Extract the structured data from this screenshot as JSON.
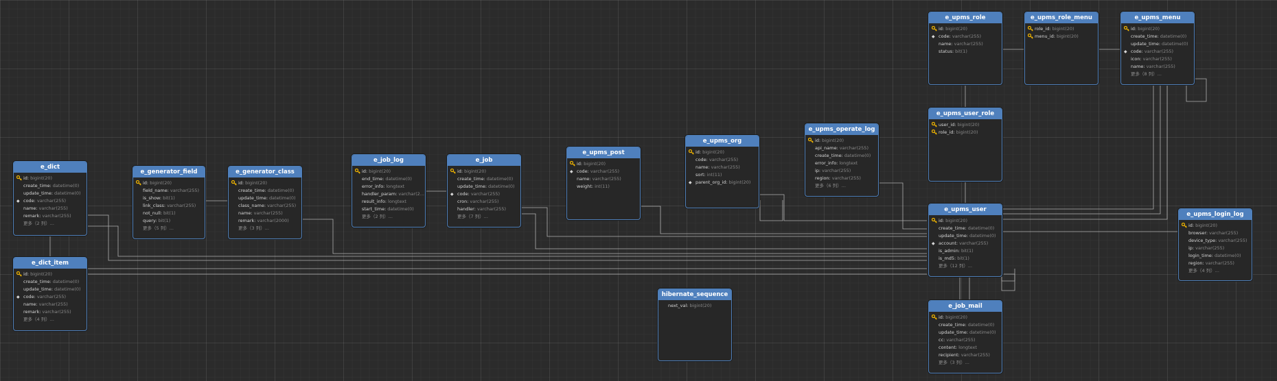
{
  "tables": [
    {
      "name": "e_dict",
      "fields": [
        {
          "key": "pk",
          "col": "id",
          "type": "bigint(20)"
        },
        {
          "key": "",
          "col": "create_time",
          "type": "datetime(0)"
        },
        {
          "key": "",
          "col": "update_time",
          "type": "datetime(0)"
        },
        {
          "key": "uk",
          "col": "code",
          "type": "varchar(255)"
        },
        {
          "key": "",
          "col": "name",
          "type": "varchar(255)"
        },
        {
          "key": "",
          "col": "remark",
          "type": "varchar(255)"
        }
      ],
      "more": "更多（2 列）..."
    },
    {
      "name": "e_dict_item",
      "fields": [
        {
          "key": "pk",
          "col": "id",
          "type": "bigint(20)"
        },
        {
          "key": "",
          "col": "create_time",
          "type": "datetime(0)"
        },
        {
          "key": "",
          "col": "update_time",
          "type": "datetime(0)"
        },
        {
          "key": "uk",
          "col": "code",
          "type": "varchar(255)"
        },
        {
          "key": "",
          "col": "name",
          "type": "varchar(255)"
        },
        {
          "key": "",
          "col": "remark",
          "type": "varchar(255)"
        }
      ],
      "more": "更多（4 列）..."
    },
    {
      "name": "e_generator_field",
      "fields": [
        {
          "key": "pk",
          "col": "id",
          "type": "bigint(20)"
        },
        {
          "key": "",
          "col": "field_name",
          "type": "varchar(255)"
        },
        {
          "key": "",
          "col": "is_show",
          "type": "bit(1)"
        },
        {
          "key": "",
          "col": "link_class",
          "type": "varchar(255)"
        },
        {
          "key": "",
          "col": "not_null",
          "type": "bit(1)"
        },
        {
          "key": "",
          "col": "query",
          "type": "bit(1)"
        }
      ],
      "more": "更多（5 列）..."
    },
    {
      "name": "e_generator_class",
      "fields": [
        {
          "key": "pk",
          "col": "id",
          "type": "bigint(20)"
        },
        {
          "key": "",
          "col": "create_time",
          "type": "datetime(0)"
        },
        {
          "key": "",
          "col": "update_time",
          "type": "datetime(0)"
        },
        {
          "key": "",
          "col": "class_name",
          "type": "varchar(255)"
        },
        {
          "key": "",
          "col": "name",
          "type": "varchar(255)"
        },
        {
          "key": "",
          "col": "remark",
          "type": "varchar(2000)"
        }
      ],
      "more": "更多（3 列）..."
    },
    {
      "name": "e_job_log",
      "fields": [
        {
          "key": "pk",
          "col": "id",
          "type": "bigint(20)"
        },
        {
          "key": "",
          "col": "end_time",
          "type": "datetime(0)"
        },
        {
          "key": "",
          "col": "error_info",
          "type": "longtext"
        },
        {
          "key": "",
          "col": "handler_param",
          "type": "varchar(2..."
        },
        {
          "key": "",
          "col": "result_info",
          "type": "longtext"
        },
        {
          "key": "",
          "col": "start_time",
          "type": "datetime(0)"
        }
      ],
      "more": "更多（2 列）..."
    },
    {
      "name": "e_job",
      "fields": [
        {
          "key": "pk",
          "col": "id",
          "type": "bigint(20)"
        },
        {
          "key": "",
          "col": "create_time",
          "type": "datetime(0)"
        },
        {
          "key": "",
          "col": "update_time",
          "type": "datetime(0)"
        },
        {
          "key": "uk",
          "col": "code",
          "type": "varchar(255)"
        },
        {
          "key": "",
          "col": "cron",
          "type": "varchar(255)"
        },
        {
          "key": "",
          "col": "handler",
          "type": "varchar(255)"
        }
      ],
      "more": "更多（7 列）..."
    },
    {
      "name": "e_upms_post",
      "fields": [
        {
          "key": "pk",
          "col": "id",
          "type": "bigint(20)"
        },
        {
          "key": "uk",
          "col": "code",
          "type": "varchar(255)"
        },
        {
          "key": "",
          "col": "name",
          "type": "varchar(255)"
        },
        {
          "key": "",
          "col": "weight",
          "type": "int(11)"
        }
      ],
      "more": ""
    },
    {
      "name": "e_upms_org",
      "fields": [
        {
          "key": "pk",
          "col": "id",
          "type": "bigint(20)"
        },
        {
          "key": "",
          "col": "code",
          "type": "varchar(255)"
        },
        {
          "key": "",
          "col": "name",
          "type": "varchar(255)"
        },
        {
          "key": "",
          "col": "sort",
          "type": "int(11)"
        },
        {
          "key": "uk",
          "col": "parent_org_id",
          "type": "bigint(20)"
        }
      ],
      "more": ""
    },
    {
      "name": "e_upms_operate_log",
      "fields": [
        {
          "key": "pk",
          "col": "id",
          "type": "bigint(20)"
        },
        {
          "key": "",
          "col": "api_name",
          "type": "varchar(255)"
        },
        {
          "key": "",
          "col": "create_time",
          "type": "datetime(0)"
        },
        {
          "key": "",
          "col": "error_info",
          "type": "longtext"
        },
        {
          "key": "",
          "col": "ip",
          "type": "varchar(255)"
        },
        {
          "key": "",
          "col": "region",
          "type": "varchar(255)"
        }
      ],
      "more": "更多（6 列）..."
    },
    {
      "name": "e_upms_role",
      "fields": [
        {
          "key": "pk",
          "col": "id",
          "type": "bigint(20)"
        },
        {
          "key": "uk",
          "col": "code",
          "type": "varchar(255)"
        },
        {
          "key": "",
          "col": "name",
          "type": "varchar(255)"
        },
        {
          "key": "",
          "col": "status",
          "type": "bit(1)"
        }
      ],
      "more": ""
    },
    {
      "name": "e_upms_role_menu",
      "fields": [
        {
          "key": "pk",
          "col": "role_id",
          "type": "bigint(20)"
        },
        {
          "key": "pk",
          "col": "menu_id",
          "type": "bigint(20)"
        }
      ],
      "more": ""
    },
    {
      "name": "e_upms_menu",
      "fields": [
        {
          "key": "pk",
          "col": "id",
          "type": "bigint(20)"
        },
        {
          "key": "",
          "col": "create_time",
          "type": "datetime(0)"
        },
        {
          "key": "",
          "col": "update_time",
          "type": "datetime(0)"
        },
        {
          "key": "uk",
          "col": "code",
          "type": "varchar(255)"
        },
        {
          "key": "",
          "col": "icon",
          "type": "varchar(255)"
        },
        {
          "key": "",
          "col": "name",
          "type": "varchar(255)"
        }
      ],
      "more": "更多（8 列）..."
    },
    {
      "name": "e_upms_user_role",
      "fields": [
        {
          "key": "pk",
          "col": "user_id",
          "type": "bigint(20)"
        },
        {
          "key": "pk",
          "col": "role_id",
          "type": "bigint(20)"
        }
      ],
      "more": ""
    },
    {
      "name": "e_upms_user",
      "fields": [
        {
          "key": "pk",
          "col": "id",
          "type": "bigint(20)"
        },
        {
          "key": "",
          "col": "create_time",
          "type": "datetime(0)"
        },
        {
          "key": "",
          "col": "update_time",
          "type": "datetime(0)"
        },
        {
          "key": "uk",
          "col": "account",
          "type": "varchar(255)"
        },
        {
          "key": "",
          "col": "is_admin",
          "type": "bit(1)"
        },
        {
          "key": "",
          "col": "is_md5",
          "type": "bit(1)"
        }
      ],
      "more": "更多（12 列）..."
    },
    {
      "name": "e_upms_login_log",
      "fields": [
        {
          "key": "pk",
          "col": "id",
          "type": "bigint(20)"
        },
        {
          "key": "",
          "col": "browser",
          "type": "varchar(255)"
        },
        {
          "key": "",
          "col": "device_type",
          "type": "varchar(255)"
        },
        {
          "key": "",
          "col": "ip",
          "type": "varchar(255)"
        },
        {
          "key": "",
          "col": "login_time",
          "type": "datetime(0)"
        },
        {
          "key": "",
          "col": "region",
          "type": "varchar(255)"
        }
      ],
      "more": "更多（4 列）..."
    },
    {
      "name": "hibernate_sequence",
      "fields": [
        {
          "key": "",
          "col": "next_val",
          "type": "bigint(20)"
        }
      ],
      "more": ""
    },
    {
      "name": "e_job_mail",
      "fields": [
        {
          "key": "pk",
          "col": "id",
          "type": "bigint(20)"
        },
        {
          "key": "",
          "col": "create_time",
          "type": "datetime(0)"
        },
        {
          "key": "",
          "col": "update_time",
          "type": "datetime(0)"
        },
        {
          "key": "",
          "col": "cc",
          "type": "varchar(255)"
        },
        {
          "key": "",
          "col": "content",
          "type": "longtext"
        },
        {
          "key": "",
          "col": "recipient",
          "type": "varchar(255)"
        }
      ],
      "more": "更多（3 列）..."
    }
  ],
  "colors": {
    "header": "#4f80bd",
    "border": "#4f7fb8",
    "line": "#c8c8c8",
    "pk_icon": "#f0b400",
    "background": "#2b2b2b"
  },
  "icons": {
    "pk": "key-icon",
    "uk": "diamond-icon"
  }
}
